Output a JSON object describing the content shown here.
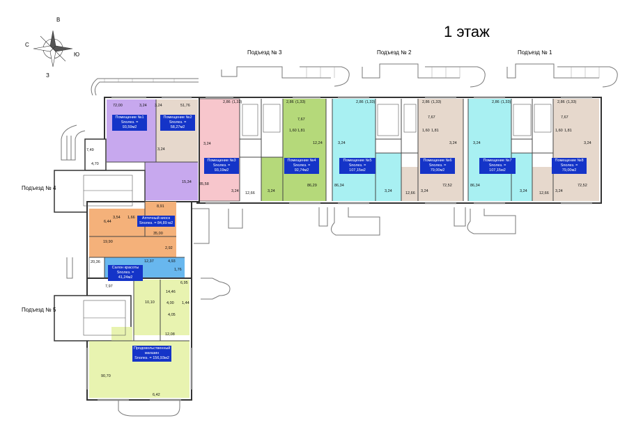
{
  "title": "1 этаж",
  "compass": {
    "n": "В",
    "s": "З",
    "w": "С",
    "e": "Ю"
  },
  "entrances": {
    "p1": "Подъезд № 1",
    "p2": "Подъезд № 2",
    "p3": "Подъезд № 3",
    "p4": "Подъезд № 4",
    "p5": "Подъезд № 5"
  },
  "rooms": {
    "r1": [
      "Помещение №1",
      "Snолез. = 93,59м2"
    ],
    "r2": [
      "Помещение №2",
      "Snолез. = 58,27м2"
    ],
    "r3": [
      "Помещение №3",
      "Snолез. = 93,19м2"
    ],
    "r4": [
      "Помещение №4",
      "Snолез. = 92,74м2"
    ],
    "r5": [
      "Помещение №5",
      "Snолез. = 107,15м2"
    ],
    "r6a": [
      "Помещение №6",
      "Snолез. = 79,00м2"
    ],
    "r7": [
      "Помещение №7",
      "Snолез. = 107,15м2"
    ],
    "r6b": [
      "Помещение №8",
      "Snолез. = 79,00м2"
    ],
    "pharm": [
      "Аптечный киоск",
      "Snолез. = 84,89 м2"
    ],
    "beauty": [
      "Салон красоты",
      "Snолез. = 41,24м2"
    ],
    "food": [
      "Продовольственный",
      "магазин",
      "Snолез. = 156,93м2"
    ]
  },
  "dims": {
    "d1": "72,00",
    "d2": "3,24",
    "d3": "3,24",
    "d4": "51,76",
    "d5": "7,49",
    "d6": "4,70",
    "d7": "3,24",
    "d8": "15,34",
    "d9": "85,58",
    "d10": "8,91",
    "d11": "19,90",
    "d12": "35,00",
    "d13": "6,44",
    "d14": "3,54",
    "d15": "1,66",
    "d16": "2,92",
    "d17": "20,36",
    "d18": "12,37",
    "d19": "4,93",
    "d20": "1,76",
    "d21": "7,97",
    "d22": "14,46",
    "d23": "6,95",
    "d24": "10,10",
    "d25": "4,00",
    "d26": "1,44",
    "d27": "4,05",
    "d28": "12,08",
    "d29": "90,70",
    "d30": "6,42",
    "d31": "2,86",
    "d32": "(1,33)",
    "d33": "7,67",
    "d34": "12,24",
    "d35": "3,24",
    "d36": "12,66",
    "d37": "3,24",
    "d38": "86,29",
    "d39": "86,34",
    "d40": "3,24",
    "d41": "12,66",
    "d42": "72,52",
    "d43": "86,34",
    "d44": "72,52",
    "d45": "1,81",
    "d46": "1,60"
  }
}
